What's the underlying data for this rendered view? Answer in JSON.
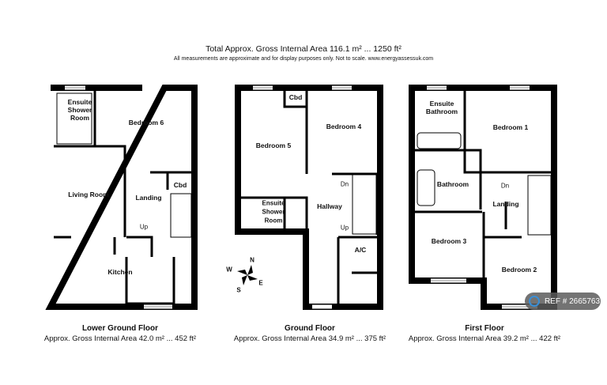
{
  "header": {
    "title": "Total Approx. Gross Internal Area 116.1 m² ... 1250 ft²",
    "disclaimer": "All measurements are approximate and for display purposes only. Not to scale. www.energyassessuk.com"
  },
  "floors": [
    {
      "name": "Lower Ground Floor",
      "area": "Approx. Gross Internal Area 42.0 m² ... 452 ft²",
      "rooms": [
        "Ensuite\nShower\nRoom",
        "Bedroom 6",
        "Living Room",
        "Landing",
        "Cbd",
        "Kitchen"
      ],
      "labels": [
        "Up"
      ]
    },
    {
      "name": "Ground Floor",
      "area": "Approx. Gross Internal Area 34.9 m² ... 375 ft²",
      "rooms": [
        "Cbd",
        "Bedroom 4",
        "Bedroom 5",
        "Ensuite\nShower\nRoom",
        "Hallway",
        "A/C"
      ],
      "labels": [
        "Dn",
        "Up"
      ]
    },
    {
      "name": "First Floor",
      "area": "Approx. Gross Internal Area 39.2 m² ... 422 ft²",
      "rooms": [
        "Ensuite\nBathroom",
        "Bedroom 1",
        "Bathroom",
        "Landing",
        "Bedroom 3",
        "Bedroom 2"
      ],
      "labels": [
        "Dn"
      ]
    }
  ],
  "compass": {
    "n": "N",
    "s": "S",
    "e": "E",
    "w": "W"
  },
  "badge": {
    "text": "REF # 2665763",
    "icon": "home-icon"
  },
  "colors": {
    "wall": "#000000",
    "badge": "#5a5a5a"
  }
}
